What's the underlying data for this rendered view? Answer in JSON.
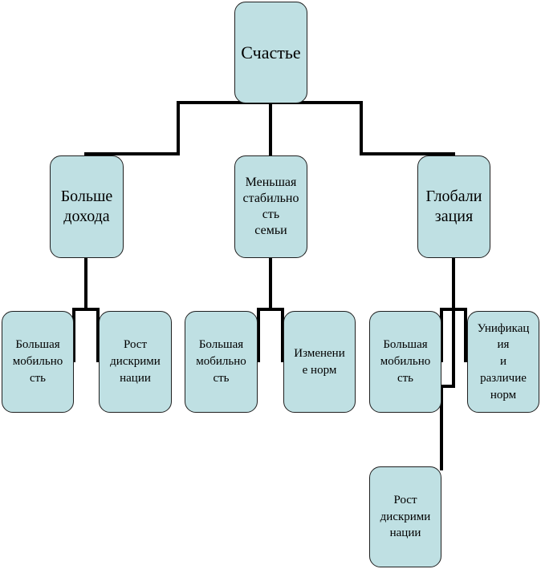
{
  "diagram": {
    "root": {
      "label": "Счастье"
    },
    "level1": [
      {
        "label": "Больше\nдохода"
      },
      {
        "label": "Меньшая\nстабильно\nсть\nсемьи"
      },
      {
        "label": "Глобали\nзация"
      }
    ],
    "level2": [
      {
        "label": "Большая\nмобильно\nсть"
      },
      {
        "label": "Рост\nдискрими\nнации"
      },
      {
        "label": "Большая\nмобильно\nсть"
      },
      {
        "label": "Изменени\nе норм"
      },
      {
        "label": "Большая\nмобильно\nсть"
      },
      {
        "label": "Унификац\nия\nи\nразличие\nнорм"
      },
      {
        "label": "Рост\nдискрими\nнации"
      }
    ]
  }
}
